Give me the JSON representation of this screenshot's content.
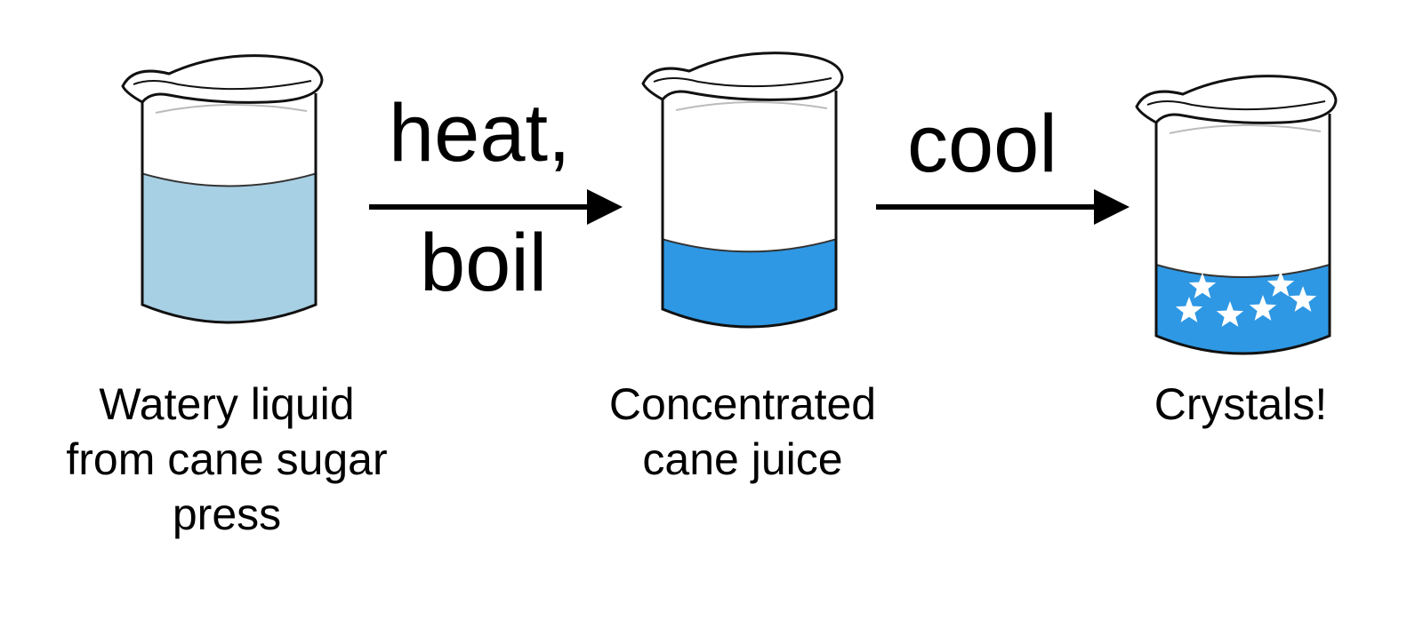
{
  "steps": [
    {
      "label_lines": [
        "Watery liquid",
        "from cane sugar",
        "press"
      ],
      "liquid_color": "#a8d0e4",
      "fill_level": 0.62
    },
    {
      "label_lines": [
        "Concentrated",
        "cane juice"
      ],
      "liquid_color": "#2e98e4",
      "fill_level": 0.32,
      "crystals": false
    },
    {
      "label_lines": [
        "Crystals!"
      ],
      "liquid_color": "#2e98e4",
      "fill_level": 0.32,
      "crystals": true
    }
  ],
  "arrows": [
    {
      "label_lines": [
        "heat,",
        "boil"
      ]
    },
    {
      "label_lines": [
        "cool"
      ]
    }
  ]
}
